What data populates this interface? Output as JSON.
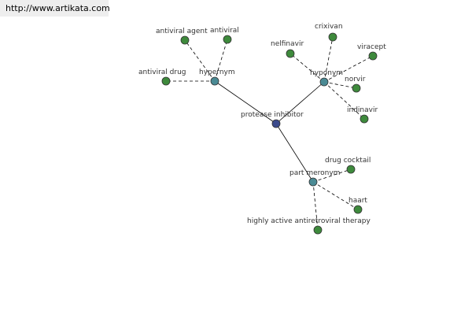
{
  "header": {
    "url": "http://www.artikata.com"
  },
  "colors": {
    "center": "#3b4a8c",
    "relation": "#4a8a94",
    "term": "#3e8a3c",
    "stroke": "#333333",
    "edge": "#000000"
  },
  "graph": {
    "center": {
      "id": "center",
      "label": "protease inhibitor"
    },
    "relations": [
      {
        "id": "hypernym",
        "label": "hypernym",
        "terms": [
          "antiviral agent",
          "antiviral",
          "antiviral drug"
        ]
      },
      {
        "id": "hyponym",
        "label": "hyponym",
        "terms": [
          "crixivan",
          "nelfinavir",
          "viracept",
          "norvir",
          "indinavir"
        ]
      },
      {
        "id": "part-meronym",
        "label": "part meronym",
        "terms": [
          "drug cocktail",
          "haart",
          "highly active antiretroviral therapy"
        ]
      }
    ]
  }
}
